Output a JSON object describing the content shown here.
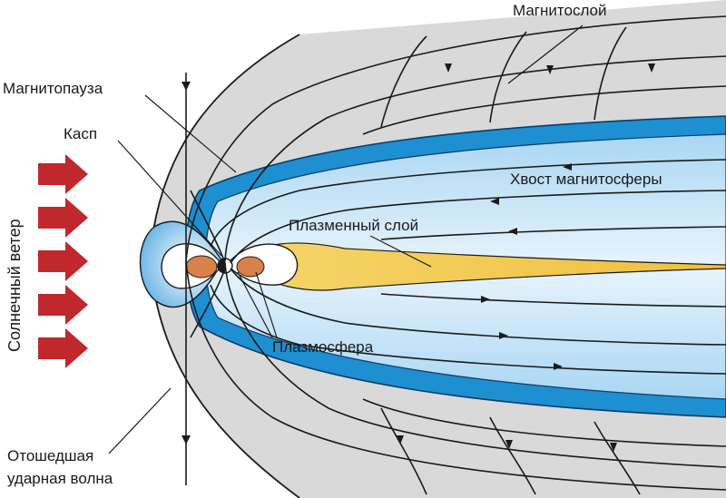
{
  "labels": {
    "magnetosheath": "Магнитослой",
    "magnetopause": "Магнитопауза",
    "cusp": "Касп",
    "magnetotail": "Хвост магнитосферы",
    "plasma_sheet": "Плазменный слой",
    "plasmasphere": "Плазмосфера",
    "bow_shock_line1": "Отошедшая",
    "bow_shock_line2": "ударная волна",
    "solar_wind": "Солнечный ветер"
  },
  "colors": {
    "sheath_gray": "#d9d9d9",
    "magnetopause_blue": "#1e8fd0",
    "tail_light_blue": "#cfe7f7",
    "plasma_sheet_yellow": "#f2c94c",
    "plasmasphere_orange": "#d8814a",
    "solar_wind_red": "#c0282d"
  },
  "icons": {
    "solar_wind_arrows": "right-arrow-icon",
    "earth": "earth-icon"
  }
}
